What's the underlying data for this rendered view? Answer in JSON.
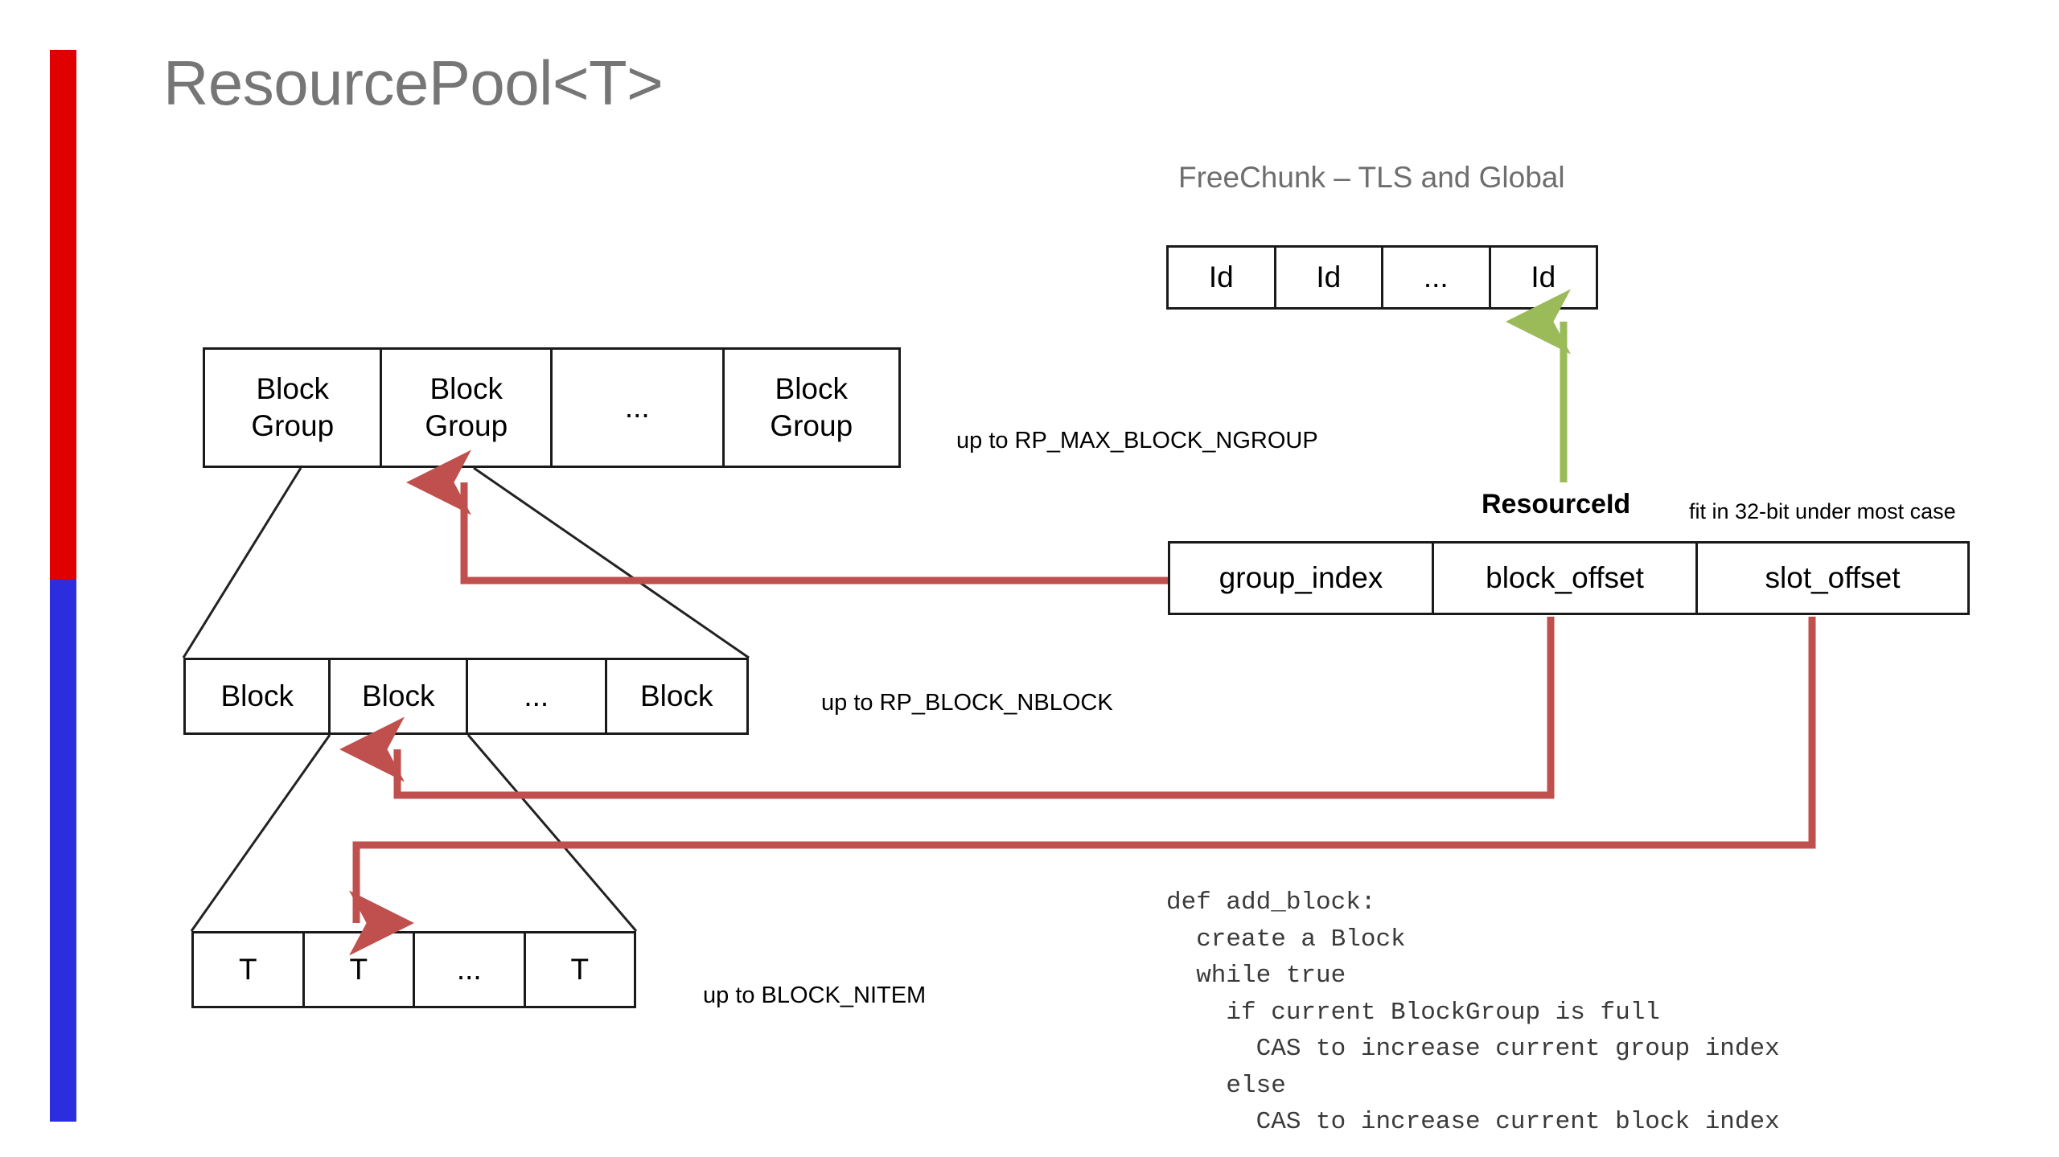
{
  "slide": {
    "title": "ResourcePool<T>",
    "accent_bar": {
      "top_color": "#E00000",
      "bottom_color": "#2D2DE0"
    }
  },
  "freechunk": {
    "heading": "FreeChunk – TLS and Global",
    "cells": [
      "Id",
      "Id",
      "...",
      "Id"
    ]
  },
  "blockgroup": {
    "cells": [
      {
        "line1": "Block",
        "line2": "Group"
      },
      {
        "line1": "Block",
        "line2": "Group"
      },
      {
        "line1": "...",
        "line2": ""
      },
      {
        "line1": "Block",
        "line2": "Group"
      }
    ],
    "limit_label": "up to RP_MAX_BLOCK_NGROUP"
  },
  "block": {
    "cells": [
      "Block",
      "Block",
      "...",
      "Block"
    ],
    "limit_label": "up to RP_BLOCK_NBLOCK"
  },
  "item": {
    "cells": [
      "T",
      "T",
      "...",
      "T"
    ],
    "limit_label": "up to BLOCK_NITEM"
  },
  "resource_id": {
    "title": "ResourceId",
    "note": "fit in 32-bit under most case",
    "fields": [
      "group_index",
      "block_offset",
      "slot_offset"
    ]
  },
  "code": {
    "text": "def add_block:\n  create a Block\n  while true\n    if current BlockGroup is full\n      CAS to increase current group index\n    else\n      CAS to increase current block index"
  },
  "colors": {
    "arrow_red": "#C0504D",
    "arrow_green": "#9BBB59",
    "outline": "#1a1a1a",
    "title_gray": "#767676"
  }
}
